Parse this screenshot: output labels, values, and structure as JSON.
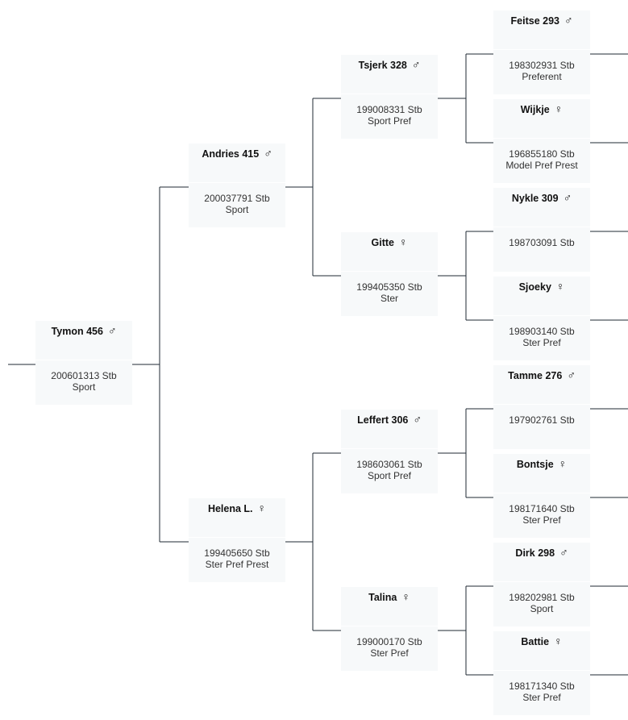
{
  "male_symbol": "♂",
  "female_symbol": "♀",
  "subject": {
    "name": "Tymon 456",
    "sex": "male",
    "reg": "200601313 Stb",
    "pred": "Sport"
  },
  "sire": {
    "name": "Andries 415",
    "sex": "male",
    "reg": "200037791 Stb",
    "pred": "Sport"
  },
  "dam": {
    "name": "Helena L.",
    "sex": "female",
    "reg": "199405650 Stb",
    "pred": "Ster Pref Prest"
  },
  "sire_sire": {
    "name": "Tsjerk 328",
    "sex": "male",
    "reg": "199008331 Stb",
    "pred": "Sport Pref"
  },
  "sire_dam": {
    "name": "Gitte",
    "sex": "female",
    "reg": "199405350 Stb",
    "pred": "Ster"
  },
  "dam_sire": {
    "name": "Leffert 306",
    "sex": "male",
    "reg": "198603061 Stb",
    "pred": "Sport Pref"
  },
  "dam_dam": {
    "name": "Talina",
    "sex": "female",
    "reg": "199000170 Stb",
    "pred": "Ster Pref"
  },
  "ss_sire": {
    "name": "Feitse 293",
    "sex": "male",
    "reg": "198302931 Stb",
    "pred": "Preferent"
  },
  "ss_dam": {
    "name": "Wijkje",
    "sex": "female",
    "reg": "196855180 Stb",
    "pred": "Model Pref Prest"
  },
  "sd_sire": {
    "name": "Nykle 309",
    "sex": "male",
    "reg": "198703091 Stb",
    "pred": ""
  },
  "sd_dam": {
    "name": "Sjoeky",
    "sex": "female",
    "reg": "198903140 Stb",
    "pred": "Ster Pref"
  },
  "ds_sire": {
    "name": "Tamme 276",
    "sex": "male",
    "reg": "197902761 Stb",
    "pred": ""
  },
  "ds_dam": {
    "name": "Bontsje",
    "sex": "female",
    "reg": "198171640 Stb",
    "pred": "Ster Pref"
  },
  "dd_sire": {
    "name": "Dirk 298",
    "sex": "male",
    "reg": "198202981 Stb",
    "pred": "Sport"
  },
  "dd_dam": {
    "name": "Battie",
    "sex": "female",
    "reg": "198171340 Stb",
    "pred": "Ster Pref"
  }
}
